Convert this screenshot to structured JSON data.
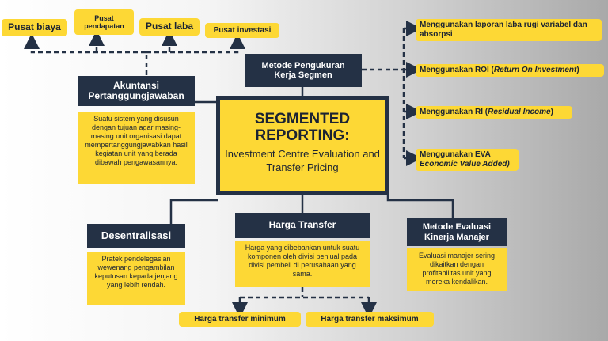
{
  "top_labels": {
    "pusat_biaya": "Pusat biaya",
    "pusat_pendapatan": "Pusat pendapatan",
    "pusat_laba": "Pusat laba",
    "pusat_investasi": "Pusat investasi"
  },
  "akuntansi": {
    "title": "Akuntansi Pertanggungjawaban",
    "description": "Suatu sistem yang disusun dengan tujuan agar masing-masing unit organisasi dapat mempertanggungjawabkan hasil kegiatan unit yang berada dibawah pengawasannya."
  },
  "metode_pengukuran": {
    "title": "Metode Pengukuran Kerja Segmen"
  },
  "center": {
    "title": "SEGMENTED REPORTING:",
    "subtitle": "Investment Centre Evaluation and Transfer Pricing"
  },
  "right_labels": {
    "item1": "Menggunakan laporan laba rugi variabel dan absorpsi",
    "item2_prefix": "Menggunakan ROI (",
    "item2_italic": "Return On Investment",
    "item2_suffix": ")",
    "item3_prefix": "Menggunakan RI (",
    "item3_italic": "Residual Income",
    "item3_suffix": ")",
    "item4_line1": "Menggunakan EVA",
    "item4_italic": "Economic Value Added)"
  },
  "desentralisasi": {
    "title": "Desentralisasi",
    "description": "Pratek pendelegasian wewenang pengambilan keputusan kepada jenjang yang lebih rendah."
  },
  "harga_transfer": {
    "title": "Harga Transfer",
    "description": "Harga yang dibebankan untuk suatu komponen oleh divisi penjual pada divisi pembeli di perusahaan yang sama.",
    "minimum": "Harga transfer minimum",
    "maksimum": "Harga transfer maksimum"
  },
  "metode_evaluasi": {
    "title": "Metode Evaluasi Kinerja Manajer",
    "description": "Evaluasi manajer sering dikaitkan dengan profitabilitas unit yang mereka kendalikan."
  },
  "colors": {
    "yellow": "#fdd835",
    "navy": "#243145"
  }
}
